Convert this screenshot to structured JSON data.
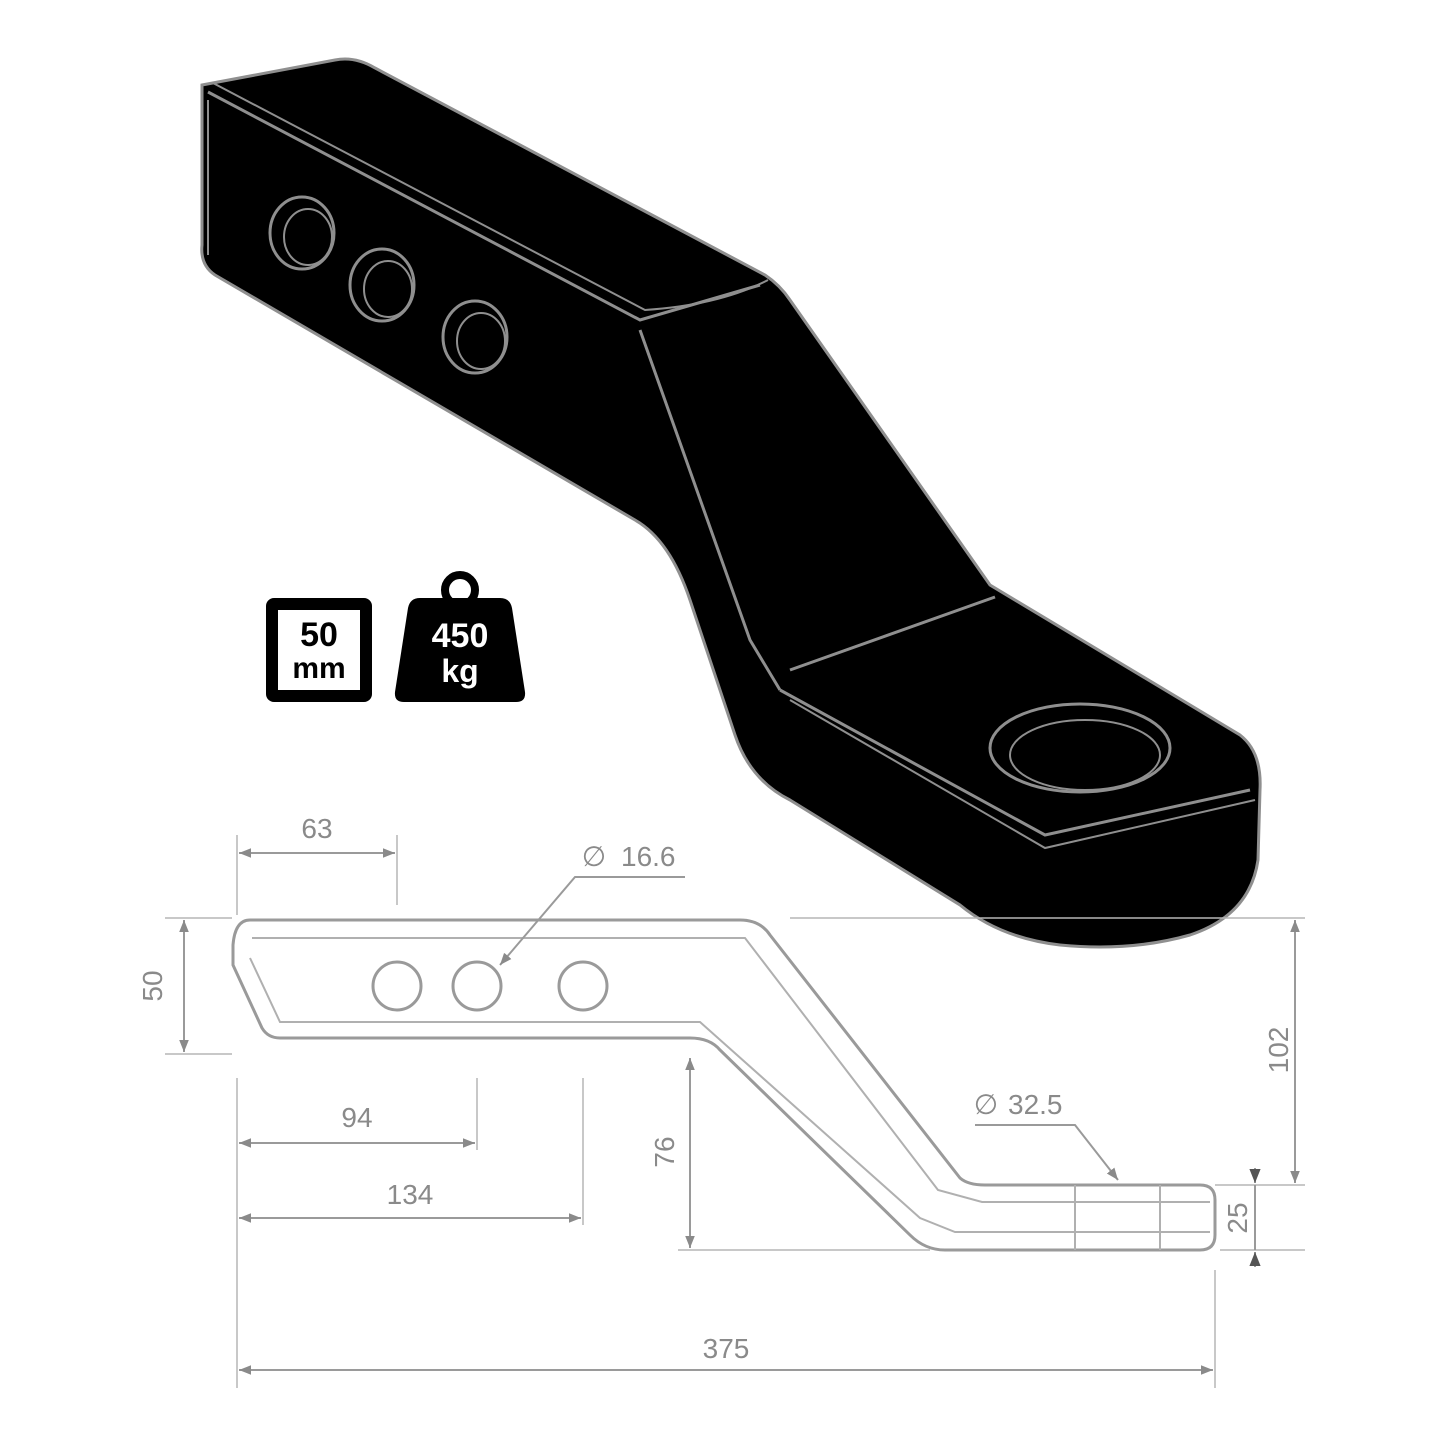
{
  "badges": {
    "size": {
      "value": "50",
      "unit": "mm"
    },
    "load": {
      "value": "450",
      "unit": "kg"
    }
  },
  "dimensions": {
    "d63": "63",
    "d50": "50",
    "d16_6": "16.6",
    "d94": "94",
    "d134": "134",
    "d76": "76",
    "d102": "102",
    "d32_5": "32.5",
    "d25": "25",
    "d375": "375"
  },
  "diameter_symbol": "∅",
  "colors": {
    "product": "#000000",
    "outline": "#9a9a9a",
    "dimension": "#8a8a8a"
  }
}
